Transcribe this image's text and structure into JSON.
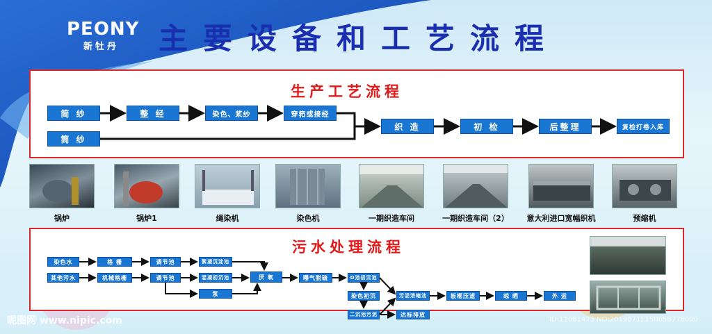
{
  "header": {
    "logo_main": "PEONY",
    "logo_sub": "新牡丹",
    "title": "主要设备和工艺流程"
  },
  "production": {
    "title": "生产工艺流程",
    "row1": [
      "简 纱",
      "整 经",
      "染色、浆纱",
      "穿筘或接经"
    ],
    "row2_start": "筒 纱",
    "main": [
      "织 造",
      "初 检",
      "后整理",
      "复检打卷入库"
    ]
  },
  "equipment": [
    {
      "label": "锅炉",
      "icon": "boiler-photo"
    },
    {
      "label": "锅炉1",
      "icon": "boiler-photo"
    },
    {
      "label": "绳染机",
      "icon": "rope-dyeing-photo"
    },
    {
      "label": "染色机",
      "icon": "dyeing-machine-photo"
    },
    {
      "label": "一期织造车间",
      "icon": "weaving-workshop-photo"
    },
    {
      "label": "一期织造车间（2）",
      "icon": "weaving-workshop-photo"
    },
    {
      "label": "意大利进口宽幅织机",
      "icon": "loom-photo"
    },
    {
      "label": "预缩机",
      "icon": "preshrink-photo"
    }
  ],
  "wastewater": {
    "title": "污水处理流程",
    "boxes": {
      "dye_water": "染色水",
      "other_water": "其他污水",
      "grid": "格 栅",
      "mech_grid": "机械格栅",
      "adjust1": "调节池",
      "adjust2": "调节池",
      "coag_settle": "絮凝沉淀池",
      "coag_init": "混凝初沉池",
      "pump": "泵",
      "anaerobic": "厌 氧",
      "aeration": "曝气脱硫",
      "o_settle": "O池初沉池",
      "dye_init": "染色初沉",
      "second_sludge": "二沉池污泥",
      "sludge_thick": "污泥浓缩池",
      "discharge": "达标排放",
      "filter_press": "板框压滤",
      "drying": "晾 晒",
      "transport": "外 运"
    }
  },
  "footer": {
    "watermark": "昵图网 www.nipic.com",
    "id": "ID:11081473 NO:20190711150658778000"
  },
  "colors": {
    "title_blue": "#1a2fb0",
    "box_blue": "#1976d2",
    "accent_red": "#d9262b"
  }
}
